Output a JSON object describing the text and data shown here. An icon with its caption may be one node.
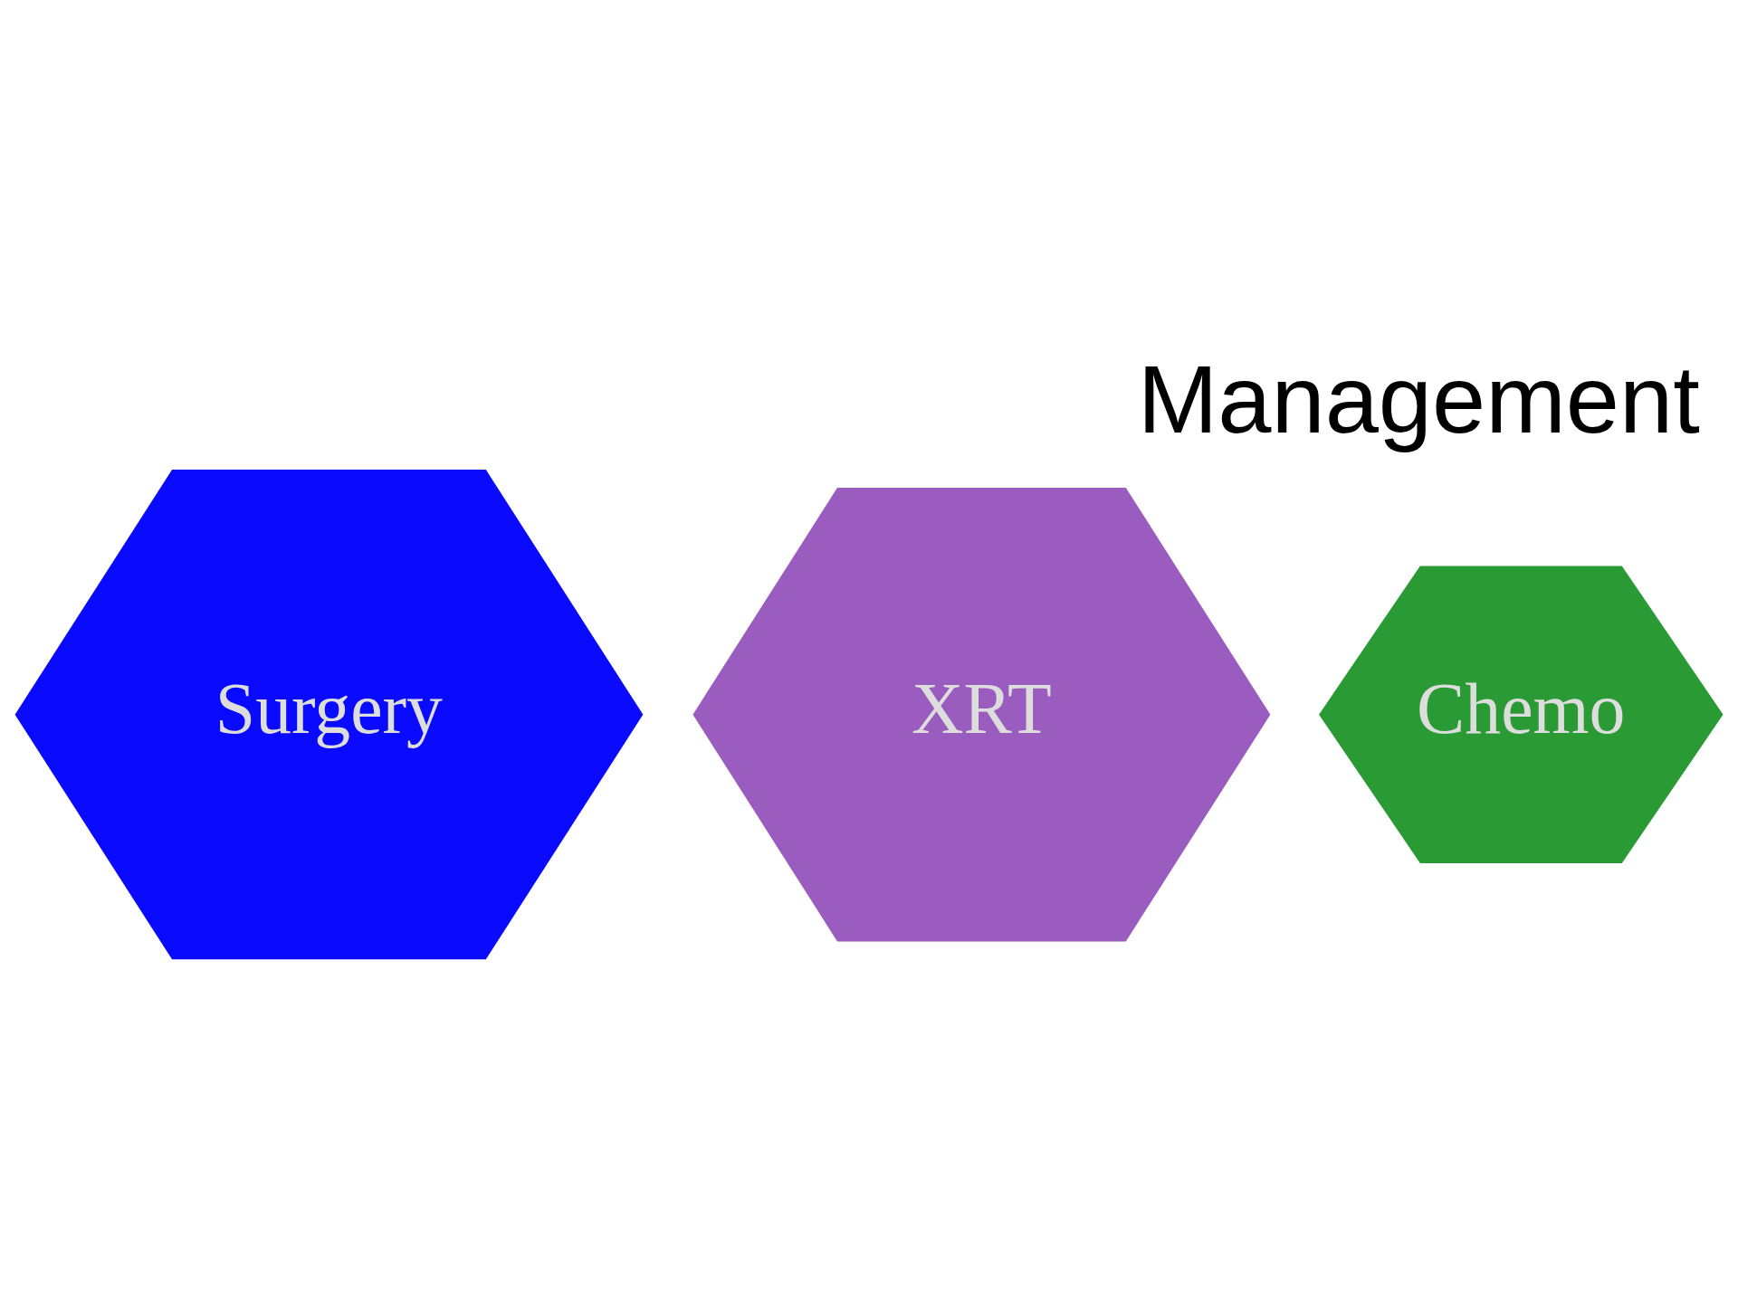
{
  "diagram": {
    "title": "Management",
    "nodes": [
      {
        "text": [
          "Surgery"
        ]
      },
      {
        "text": [
          "XRT"
        ]
      },
      {
        "text": [
          "Chemo"
        ]
      }
    ]
  }
}
